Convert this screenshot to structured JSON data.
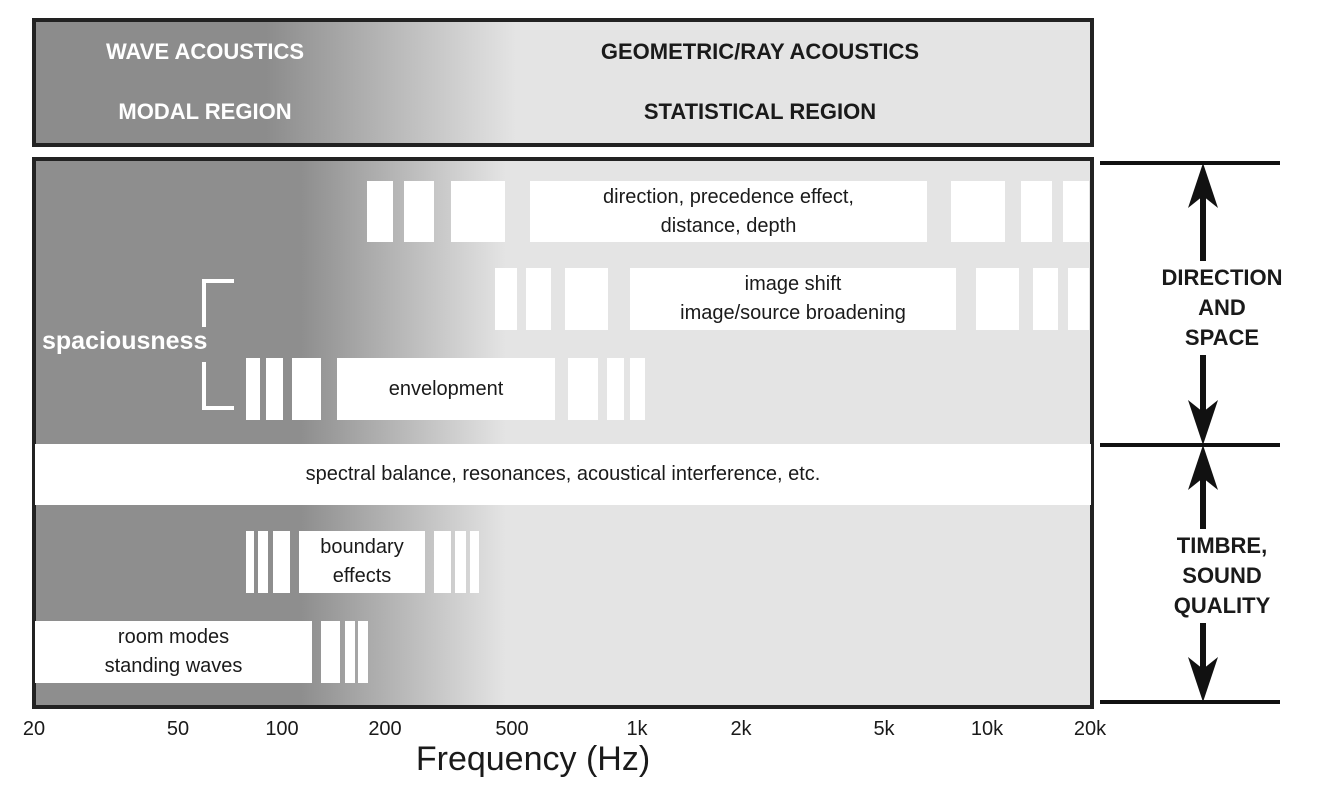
{
  "header": {
    "wave_acoustics": "WAVE ACOUSTICS",
    "modal_region": "MODAL REGION",
    "geometric_acoustics": "GEOMETRIC/RAY ACOUSTICS",
    "statistical_region": "STATISTICAL REGION"
  },
  "rows": {
    "direction": [
      "direction, precedence effect,",
      "distance, depth"
    ],
    "image": [
      "image shift",
      "image/source broadening"
    ],
    "envelopment": "envelopment",
    "spectral": "spectral balance, resonances, acoustical interference, etc.",
    "boundary": [
      "boundary",
      "effects"
    ],
    "room_modes": [
      "room modes",
      "standing waves"
    ]
  },
  "spaciousness": "spaciousness",
  "side_labels": {
    "direction_space": [
      "DIRECTION",
      "AND",
      "SPACE"
    ],
    "timbre": [
      "TIMBRE,",
      "SOUND",
      "QUALITY"
    ]
  },
  "axis": {
    "ticks": [
      "20",
      "50",
      "100",
      "200",
      "500",
      "1k",
      "2k",
      "5k",
      "10k",
      "20k"
    ],
    "label": "Frequency (Hz)"
  },
  "colors": {
    "dark": "#8c8c8c",
    "light": "#e4e4e4",
    "border": "#222222"
  }
}
